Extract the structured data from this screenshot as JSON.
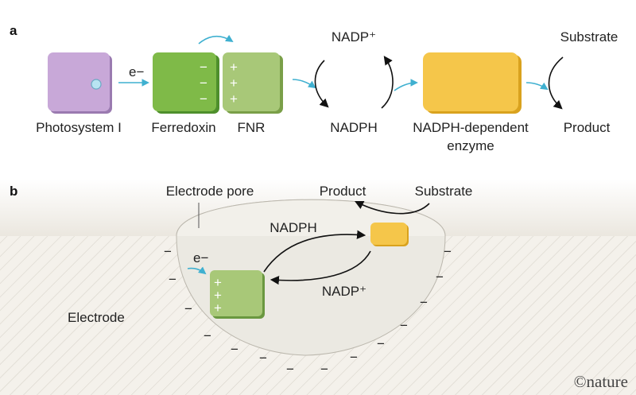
{
  "panel_a": {
    "label": "a",
    "photosystem_label": "Photosystem I",
    "electron_label": "e−",
    "ferredoxin_label": "Ferredoxin",
    "fnr_label": "FNR",
    "nadp_plus_label": "NADP⁺",
    "nadph_label": "NADPH",
    "enzyme_label_line1": "NADPH-dependent",
    "enzyme_label_line2": "enzyme",
    "substrate_label": "Substrate",
    "product_label": "Product",
    "minus_sign": "−",
    "plus_sign": "+"
  },
  "panel_b": {
    "label": "b",
    "pore_label": "Electrode pore",
    "product_label": "Product",
    "substrate_label": "Substrate",
    "nadph_label": "NADPH",
    "nadp_plus_label": "NADP⁺",
    "electron_label": "e−",
    "electrode_label": "Electrode",
    "minus_sign": "−",
    "plus_sign": "+"
  },
  "credit": "©nature",
  "colors": {
    "purple": "#c8a8d8",
    "green": "#7fba48",
    "light_green": "#a8c878",
    "yellow": "#f5c64a",
    "arrow_blue": "#3fb0d0",
    "electrode_bg": "#efece6",
    "pore_fill": "#ebe9e2"
  }
}
